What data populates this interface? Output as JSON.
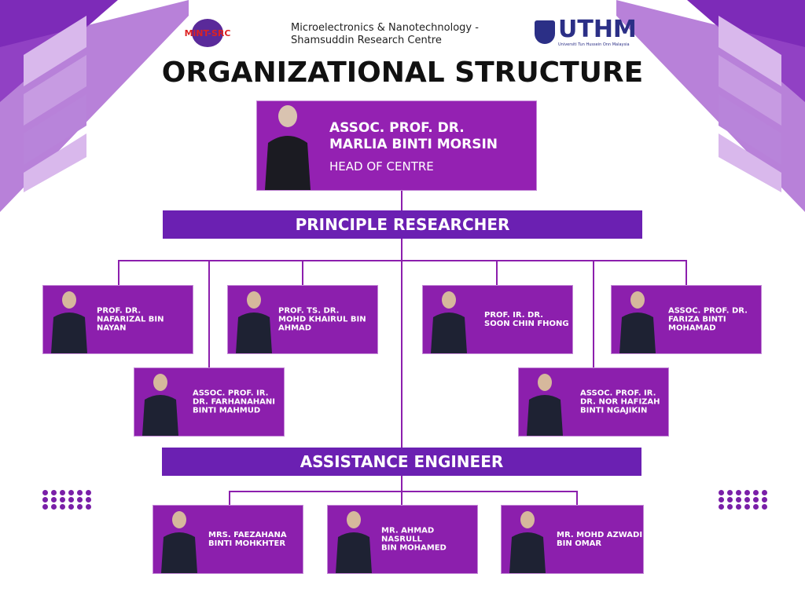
{
  "header": {
    "logo_left": "MiNT-SRC",
    "centre_name": "Microelectronics & Nanotechnology -\nShamsuddin Research Centre",
    "logo_right": "UTHM",
    "logo_right_sub": "Universiti Tun Hussein Onn Malaysia",
    "title": "ORGANIZATIONAL STRUCTURE"
  },
  "head": {
    "name": "ASSOC. PROF. DR.\nMARLIA BINTI MORSIN",
    "role": "HEAD OF CENTRE"
  },
  "sections": {
    "principal": "PRINCIPLE RESEARCHER",
    "assistant": "ASSISTANCE ENGINEER"
  },
  "researchers": [
    {
      "name": "PROF. DR.\nNAFARIZAL BIN\nNAYAN"
    },
    {
      "name": "PROF. TS. DR.\nMOHD KHAIRUL BIN\nAHMAD"
    },
    {
      "name": "PROF. IR. DR.\nSOON CHIN FHONG"
    },
    {
      "name": "ASSOC. PROF. DR.\nFARIZA BINTI\nMOHAMAD"
    },
    {
      "name": "ASSOC. PROF. IR.\nDR. FARHANAHANI\nBINTI MAHMUD"
    },
    {
      "name": "ASSOC. PROF. IR.\nDR. NOR HAFIZAH\nBINTI NGAJIKIN"
    }
  ],
  "engineers": [
    {
      "name": "MRS. FAEZAHANA\nBINTI MOHKHTER"
    },
    {
      "name": "MR. AHMAD NASRULL\nBIN MOHAMED"
    },
    {
      "name": "MR. MOHD AZWADI\nBIN OMAR"
    }
  ]
}
